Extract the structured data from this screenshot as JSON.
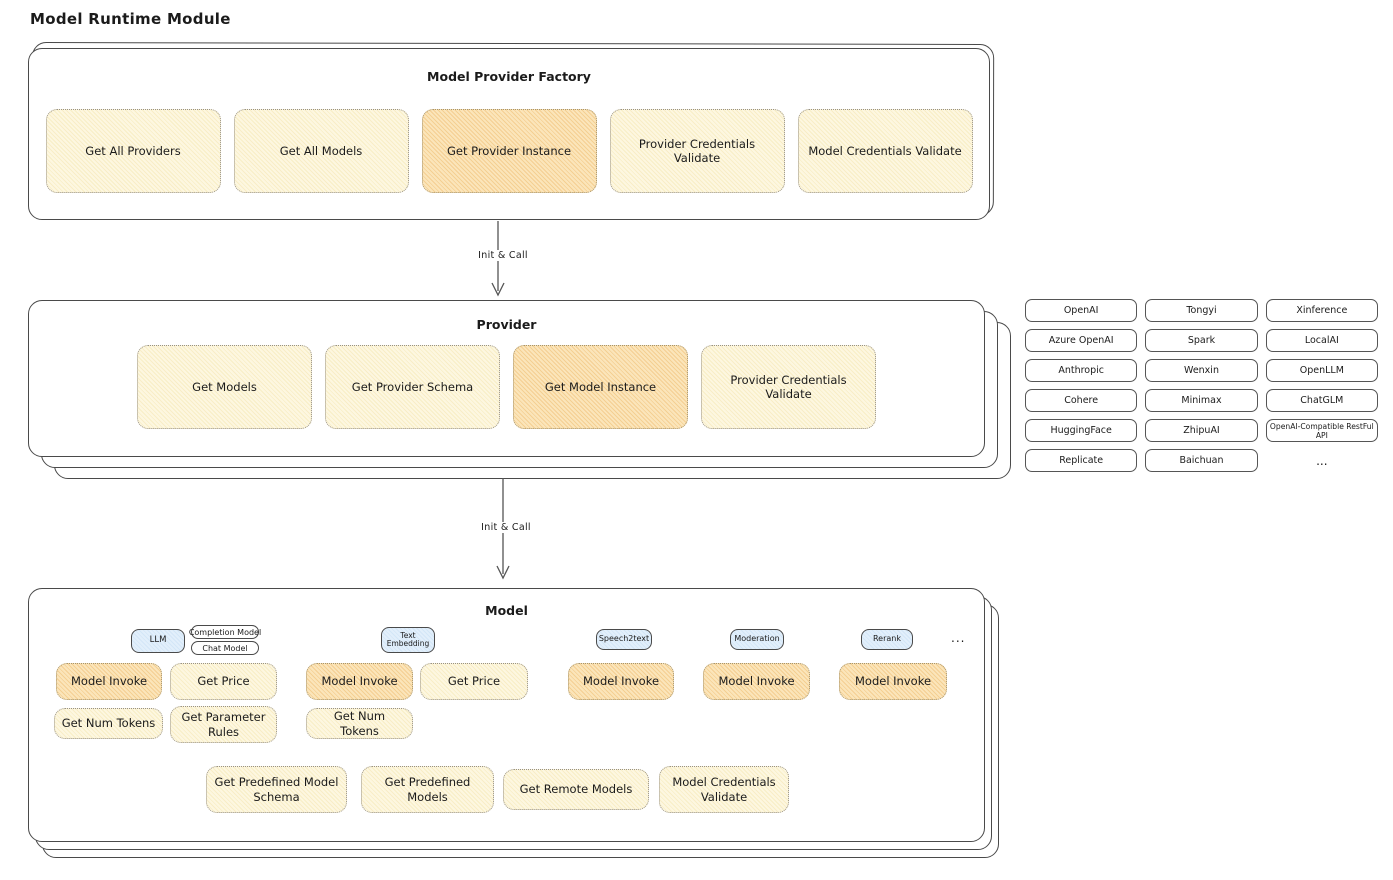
{
  "title": "Model Runtime Module",
  "colors": {
    "box_border": "#4a4a4a",
    "yellow_fill": "#fdf7e0",
    "yellow_hatch": "#f8edc6",
    "orange_fill": "#fbe5ba",
    "orange_hatch": "#f4cf92",
    "blue_fill": "#dcecfa",
    "pink_fill": "#fdf2f2",
    "pink_hatch": "#f8dede"
  },
  "factory": {
    "title": "Model Provider Factory",
    "buttons": [
      {
        "label": "Get All Providers",
        "highlight": false
      },
      {
        "label": "Get All Models",
        "highlight": false
      },
      {
        "label": "Get Provider Instance",
        "highlight": true
      },
      {
        "label": "Provider Credentials Validate",
        "highlight": false
      },
      {
        "label": "Model Credentials Validate",
        "highlight": false
      }
    ]
  },
  "arrow1": {
    "label": "Init & Call"
  },
  "arrow2": {
    "label": "Init & Call"
  },
  "provider": {
    "title": "Provider",
    "buttons": [
      {
        "label": "Get Models",
        "highlight": false
      },
      {
        "label": "Get Provider Schema",
        "highlight": false
      },
      {
        "label": "Get Model Instance",
        "highlight": true
      },
      {
        "label": "Provider Credentials Validate",
        "highlight": false
      }
    ]
  },
  "providers": {
    "rows": [
      [
        "OpenAI",
        "Tongyi",
        "Xinference"
      ],
      [
        "Azure OpenAI",
        "Spark",
        "LocalAI"
      ],
      [
        "Anthropic",
        "Wenxin",
        "OpenLLM"
      ],
      [
        "Cohere",
        "Minimax",
        "ChatGLM"
      ],
      [
        "HuggingFace",
        "ZhipuAI",
        "OpenAI-Compatible RestFul API"
      ],
      [
        "Replicate",
        "Baichuan"
      ]
    ],
    "ellipsis": "..."
  },
  "model": {
    "title": "Model",
    "types": {
      "llm": "LLM",
      "completion": "Completion Model",
      "chat": "Chat Model",
      "text_embedding": "Text Embedding",
      "speech2text": "Speech2text",
      "moderation": "Moderation",
      "rerank": "Rerank",
      "ellipsis": "..."
    },
    "ops": {
      "model_invoke": "Model Invoke",
      "get_price": "Get Price",
      "get_num_tokens": "Get Num Tokens",
      "get_parameter_rules": "Get Parameter Rules"
    },
    "bottom": [
      {
        "label": "Get Predefined Model Schema"
      },
      {
        "label": "Get Predefined Models"
      },
      {
        "label": "Get Remote Models"
      },
      {
        "label": "Model Credentials Validate"
      }
    ]
  }
}
